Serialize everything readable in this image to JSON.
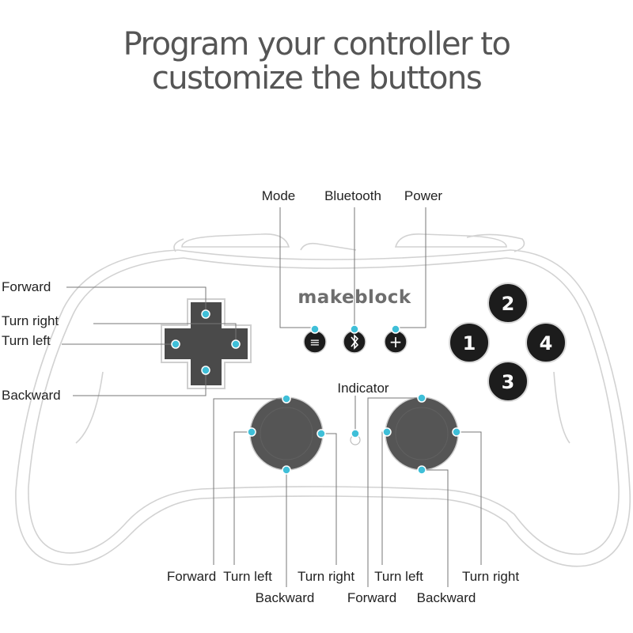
{
  "title": {
    "line1": "Program your controller to",
    "line2": "customize the buttons"
  },
  "brand": "makeblock",
  "top_labels": {
    "mode": "Mode",
    "bluetooth": "Bluetooth",
    "power": "Power"
  },
  "center_buttons": {
    "mode_glyph": "≡",
    "power_glyph": "+"
  },
  "dpad_labels": {
    "forward": "Forward",
    "turn_right": "Turn right",
    "turn_left": "Turn left",
    "backward": "Backward"
  },
  "indicator_label": "Indicator",
  "face_buttons": [
    "1",
    "2",
    "3",
    "4"
  ],
  "left_stick_labels": {
    "forward": "Forward",
    "turn_left": "Turn left",
    "turn_right": "Turn right",
    "backward": "Backward"
  },
  "right_stick_labels": {
    "turn_left": "Turn left",
    "turn_right": "Turn right",
    "forward": "Forward",
    "backward": "Backward"
  },
  "colors": {
    "accent_dot": "#3fbfd8",
    "button_fill": "#1c1c1c",
    "stick_fill": "#555555",
    "outline": "#d2d2d2"
  }
}
